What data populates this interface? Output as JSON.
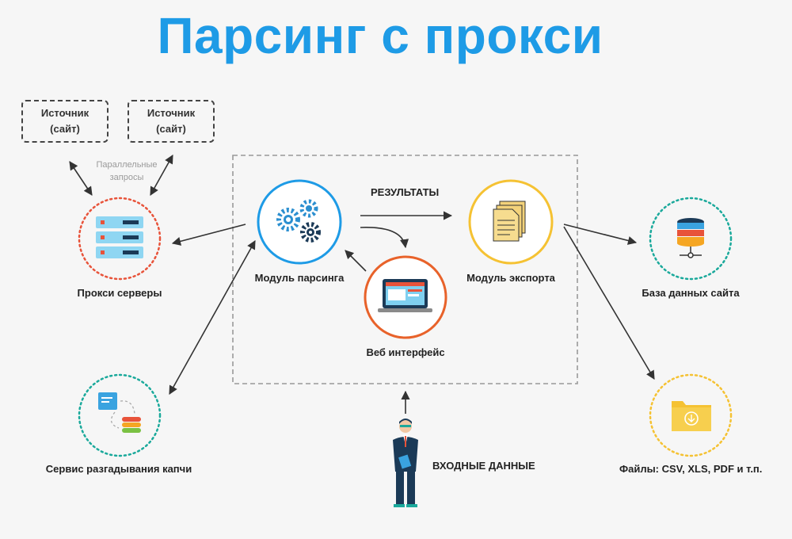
{
  "title": "Парсинг с прокси",
  "sources": [
    {
      "line1": "Источник",
      "line2": "(сайт)"
    },
    {
      "line1": "Источник",
      "line2": "(сайт)"
    }
  ],
  "parallel_requests": {
    "line1": "Параллельные",
    "line2": "запросы"
  },
  "nodes": {
    "proxy": "Прокси серверы",
    "captcha": "Сервис разгадывания капчи",
    "parser": "Модуль парсинга",
    "web": "Веб интерфейс",
    "export": "Модуль экспорта",
    "database": "База данных сайта",
    "files": "Файлы: CSV, XLS, PDF и т.п."
  },
  "results_label": "РЕЗУЛЬТАТЫ",
  "input_label": "ВХОДНЫЕ ДАННЫЕ",
  "colors": {
    "title": "#1e9be6",
    "proxy_ring": "#e8533a",
    "captcha_ring": "#1aa99b",
    "parser_ring": "#1e9be6",
    "web_ring": "#e8622a",
    "export_ring": "#f5c233",
    "database_ring": "#1aa99b",
    "files_ring": "#f5c233"
  },
  "icons": {
    "proxy": "server-rack-icon",
    "captcha": "captcha-service-icon",
    "parser": "gears-icon",
    "web": "laptop-icon",
    "export": "documents-icon",
    "database": "database-icon",
    "files": "folder-icon",
    "person": "businessman-icon"
  }
}
